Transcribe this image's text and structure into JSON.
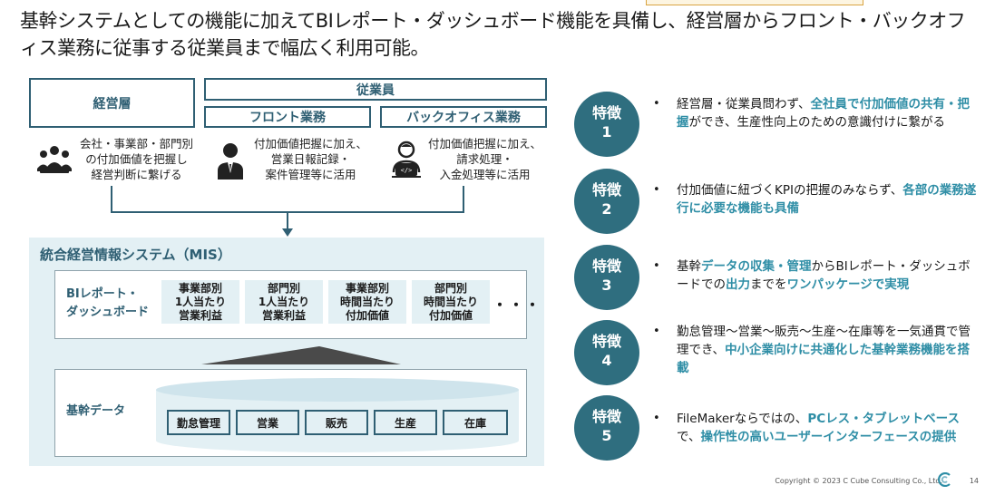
{
  "headline": "基幹システムとしての機能に加えてBIレポート・ダッシュボード機能を具備し、経営層からフロント・バックオフィス業務に従事する従業員まで幅広く利用可能。",
  "roles": {
    "management": "経営層",
    "employees": "従業員",
    "front": "フロント業務",
    "back": "バックオフィス業務"
  },
  "users": [
    {
      "icon": "group-icon",
      "text": "会社・事業部・部門別\nの付加価値を把握し\n経営判断に繋げる"
    },
    {
      "icon": "businessman-icon",
      "text": "付加価値把握に加え、\n営業日報記録・\n案件管理等に活用"
    },
    {
      "icon": "programmer-icon",
      "text": "付加価値把握に加え、\n請求処理・\n入金処理等に活用"
    }
  ],
  "mis": {
    "title": "統合経営情報システム（MIS）",
    "bi_label": "BIレポート・\nダッシュボード",
    "metrics": [
      "事業部別\n1人当たり\n営業利益",
      "部門別\n1人当たり\n営業利益",
      "事業部別\n時間当たり\n付加価値",
      "部門別\n時間当たり\n付加価値"
    ],
    "more": "・・・",
    "core_label": "基幹データ",
    "core_items": [
      "勤怠管理",
      "営業",
      "販売",
      "生産",
      "在庫"
    ]
  },
  "features": [
    {
      "label": "特徴",
      "num": "1",
      "parts": [
        {
          "t": "経営層・従業員問わず、",
          "h": false
        },
        {
          "t": "全社員で付加価値の共有・把握",
          "h": true
        },
        {
          "t": "ができ、生産性向上のための意識付けに繋がる",
          "h": false
        }
      ]
    },
    {
      "label": "特徴",
      "num": "2",
      "parts": [
        {
          "t": "付加価値に紐づくKPIの把握のみならず、",
          "h": false
        },
        {
          "t": "各部の業務遂行に必要な機能も具備",
          "h": true
        }
      ]
    },
    {
      "label": "特徴",
      "num": "3",
      "parts": [
        {
          "t": "基幹",
          "h": false
        },
        {
          "t": "データの収集・管理",
          "h": true
        },
        {
          "t": "からBIレポート・ダッシュボードでの",
          "h": false
        },
        {
          "t": "出力",
          "h": true
        },
        {
          "t": "までを",
          "h": false
        },
        {
          "t": "ワンパッケージで実現",
          "h": true
        }
      ]
    },
    {
      "label": "特徴",
      "num": "4",
      "parts": [
        {
          "t": "勤怠管理～営業～販売～生産～在庫等を一気通貫で管理でき、",
          "h": false
        },
        {
          "t": "中小企業向けに共通化した基幹業務機能を搭載",
          "h": true
        }
      ]
    },
    {
      "label": "特徴",
      "num": "5",
      "parts": [
        {
          "t": "FileMakerならではの、",
          "h": false
        },
        {
          "t": "PCレス・タブレットベース",
          "h": true
        },
        {
          "t": "で、",
          "h": false
        },
        {
          "t": "操作性の高いユーザーインターフェースの提供",
          "h": true
        }
      ]
    }
  ],
  "bullet": "•",
  "footer": {
    "copyright": "Copyright  © 2023  C Cube Consulting Co., Ltd.",
    "page": "14"
  },
  "colors": {
    "primary": "#2f5f73",
    "accent": "#2f8ea6",
    "circle": "#2f6e7f",
    "panel_bg": "#e3f0f4"
  }
}
